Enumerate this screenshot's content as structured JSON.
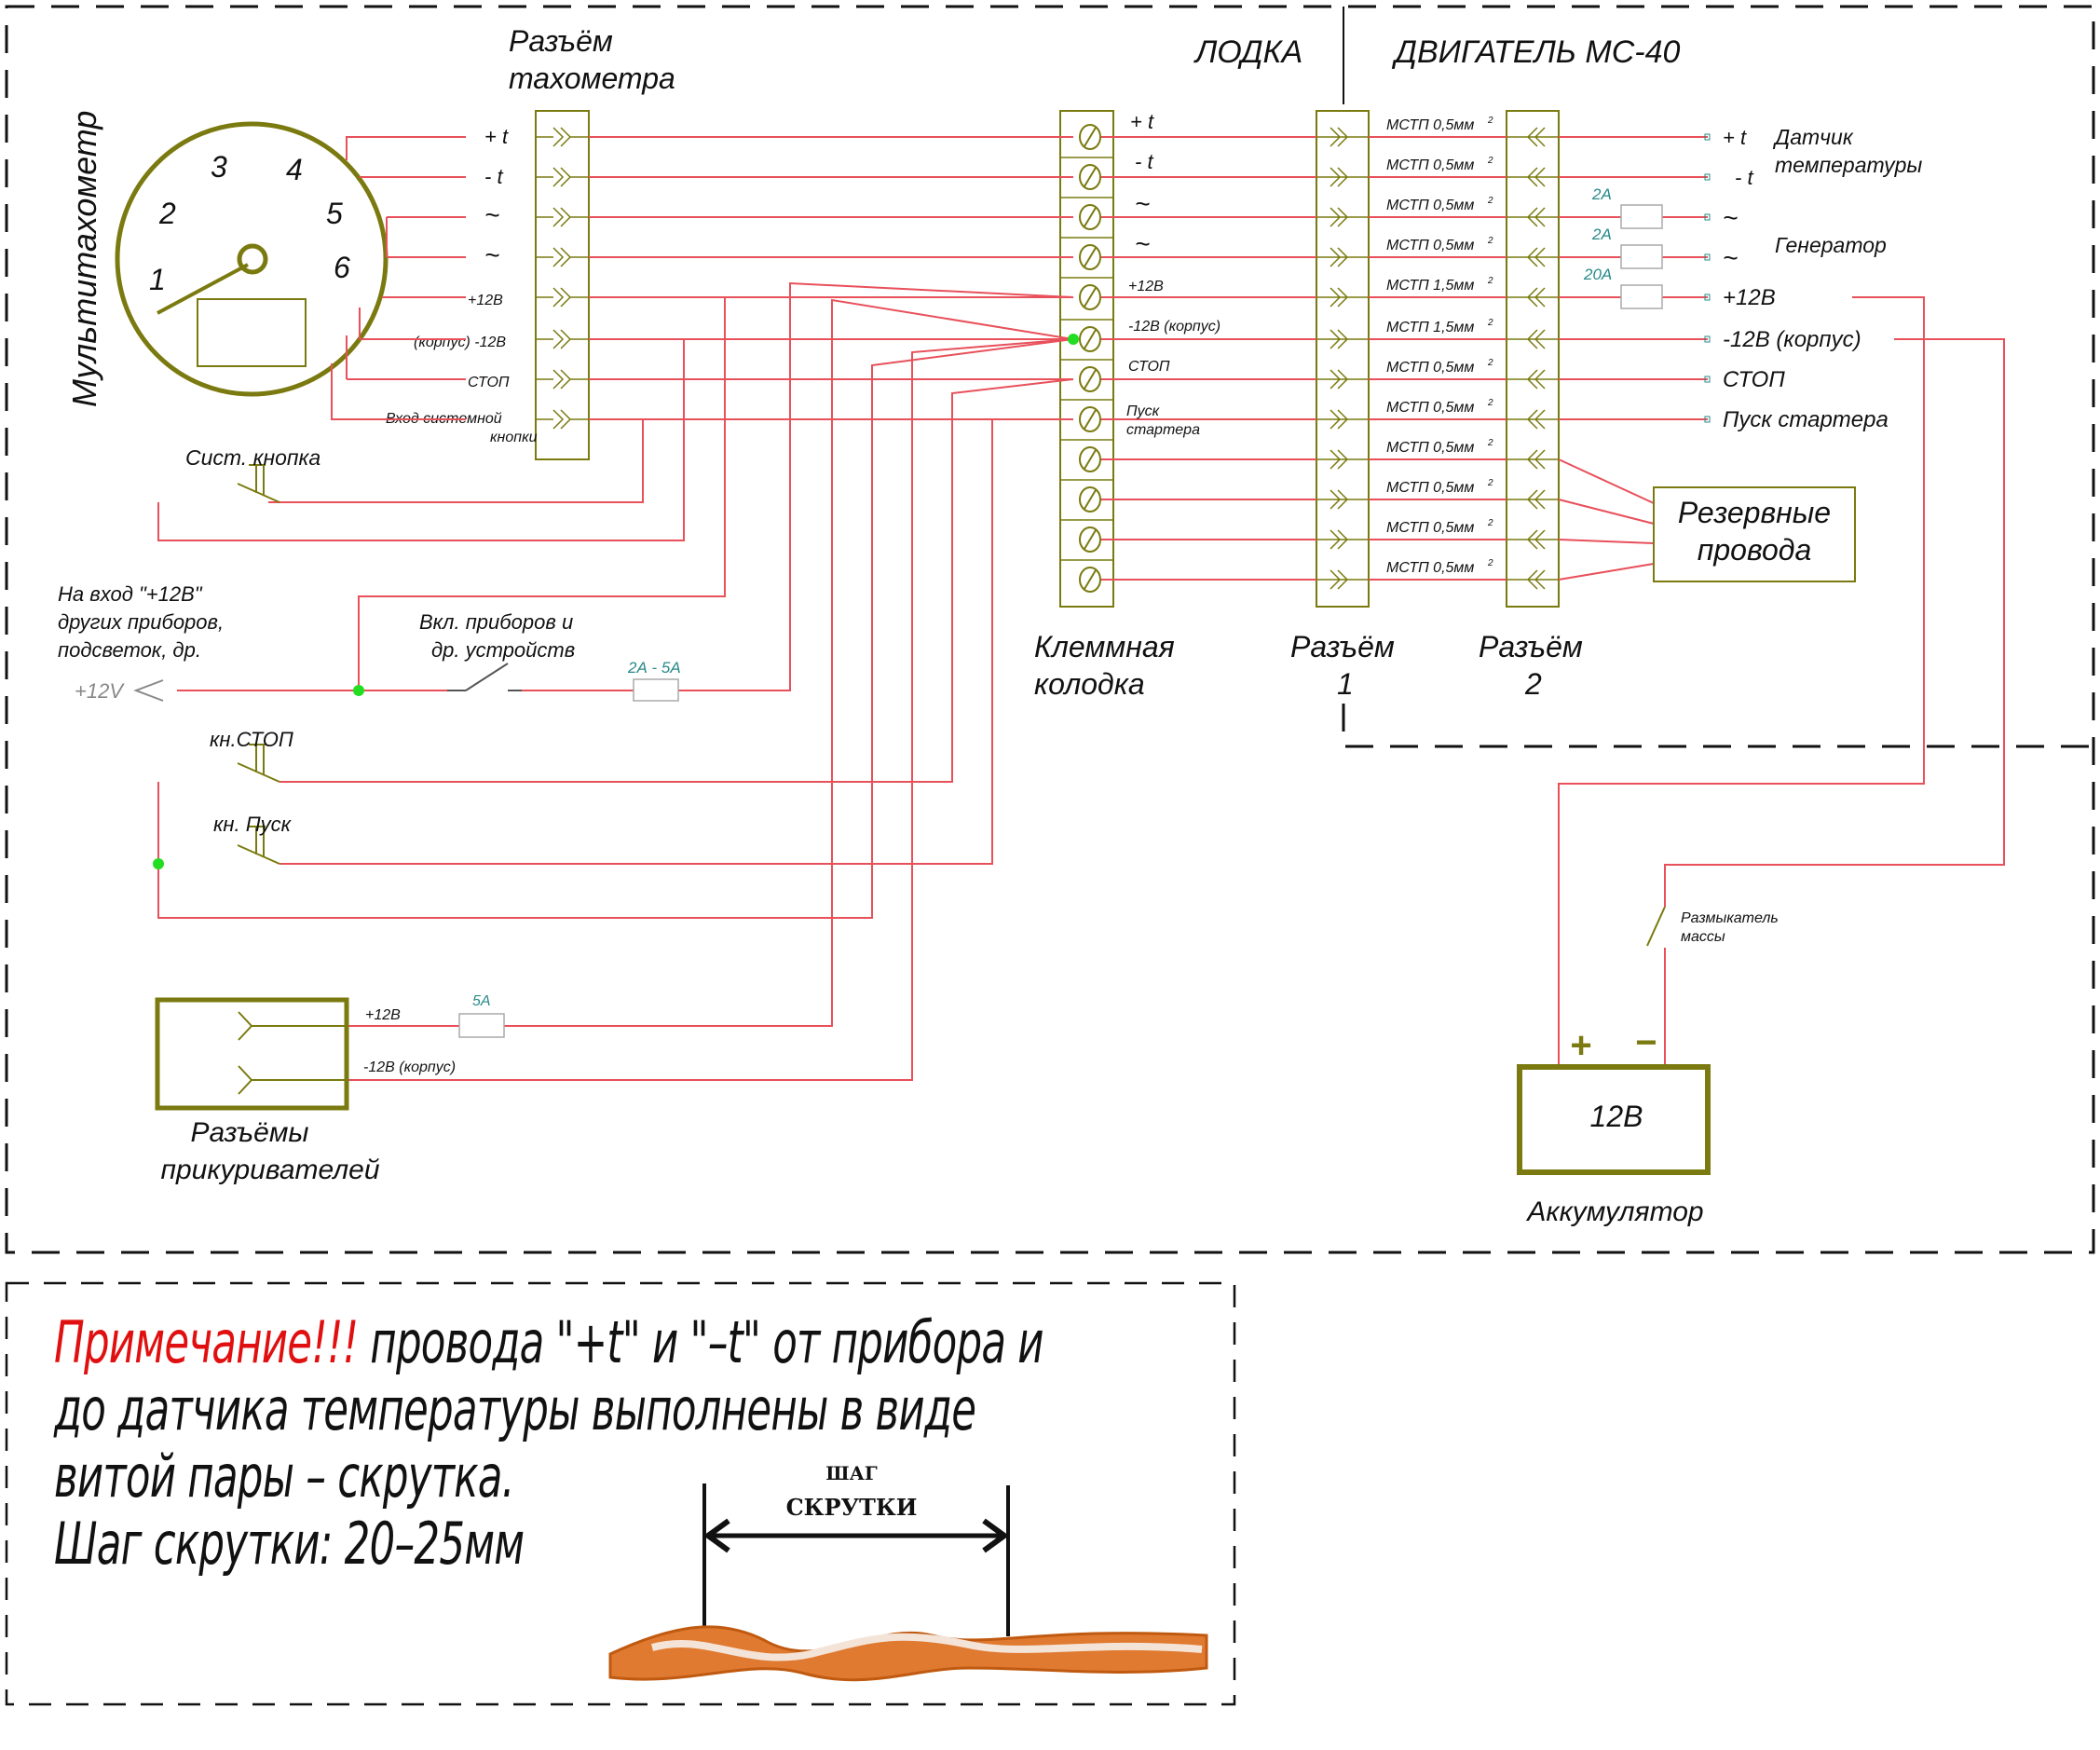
{
  "zones": {
    "boat": "ЛОДКА",
    "engine": "ДВИГАТЕЛЬ МС-40"
  },
  "tachometer": {
    "title": "Мультитахометр",
    "dial_numbers": [
      "1",
      "2",
      "3",
      "4",
      "5",
      "6"
    ],
    "connector_title": [
      "Разъём",
      "тахометра"
    ],
    "pins": [
      "+ t",
      "- t",
      "~",
      "~",
      "+12В",
      "(корпус) -12В",
      "СТОП",
      "Вход системной",
      "кнопки"
    ]
  },
  "terminal_block": {
    "title": [
      "Клеммная",
      "колодка"
    ],
    "labels": [
      "+ t",
      "- t",
      "~",
      "~",
      "+12В",
      "-12В (корпус)",
      "СТОП",
      "Пуск",
      "стартера"
    ]
  },
  "connector1": {
    "title": [
      "Разъём",
      "1"
    ]
  },
  "connector2": {
    "title": [
      "Разъём",
      "2"
    ]
  },
  "wires": [
    "МСТП 0,5мм",
    "МСТП 0,5мм",
    "МСТП 0,5мм",
    "МСТП 0,5мм",
    "МСТП 1,5мм",
    "МСТП 1,5мм",
    "МСТП 0,5мм",
    "МСТП 0,5мм",
    "МСТП 0,5мм",
    "МСТП 0,5мм",
    "МСТП 0,5мм",
    "МСТП 0,5мм"
  ],
  "wire_sup": "2",
  "engine_side": {
    "pins": [
      "+ t",
      "- t",
      "~",
      "~",
      "+12В",
      "-12В (корпус)",
      "СТОП",
      "Пуск стартера"
    ],
    "fuses": [
      "2А",
      "2А",
      "20А"
    ],
    "temp_sensor": [
      "Датчик",
      "температуры"
    ],
    "generator": "Генератор",
    "reserve": [
      "Резервные",
      "провода"
    ]
  },
  "switches": {
    "sys_button": "Сист. кнопка",
    "stop_button": "кн.СТОП",
    "start_button": "кн. Пуск",
    "instruments": [
      "Вкл. приборов и",
      "др. устройств"
    ],
    "instruments_fuse": "2А - 5А",
    "other_input": [
      "На вход \"+12В\"",
      "других приборов,",
      "подсветок, др."
    ],
    "plus12v_arrow": "+12V"
  },
  "lighter": {
    "title": [
      "Разъёмы",
      "прикуривателей"
    ],
    "plus": "+12В",
    "minus": "-12В (корпус)",
    "fuse": "5А"
  },
  "battery": {
    "label": "12В",
    "title": "Аккумулятор",
    "plus": "+",
    "minus": "−",
    "disconnect": [
      "Размыкатель",
      "массы"
    ]
  },
  "note": {
    "highlight": "Примечание!!!",
    "line1": " провода \"+t\" и \"–t\" от прибора и",
    "line2": "до датчика температуры выполнены в виде",
    "line3": "витой пары – скрутка.",
    "line4": "Шаг скрутки: 20–25мм",
    "figure_label": [
      "ШАГ",
      "СКРУТКИ"
    ]
  },
  "colors": {
    "wire": "#e8505a",
    "component": "#7a7a10",
    "fuse_label": "#2a8a8a",
    "junction": "#22dd22",
    "note_red": "#e01010"
  }
}
